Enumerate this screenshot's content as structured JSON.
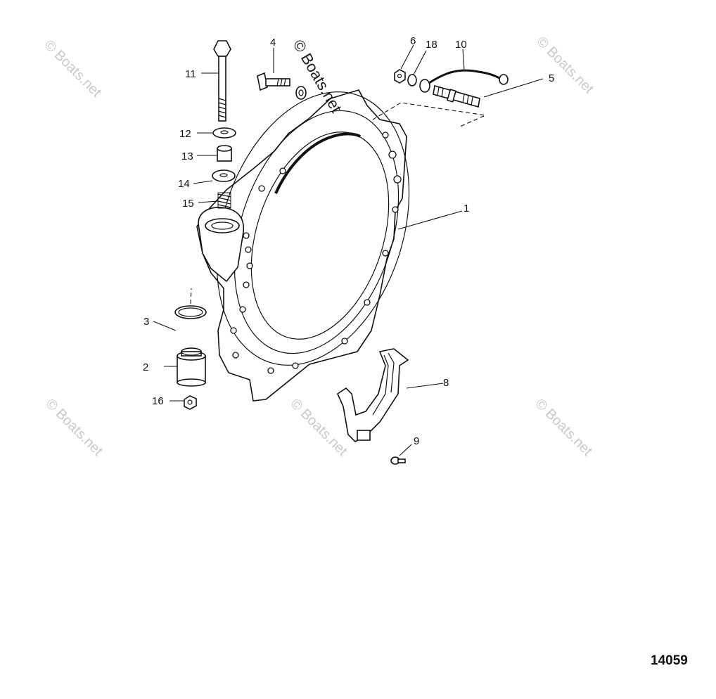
{
  "diagram": {
    "figure_number": "14059",
    "watermarks": {
      "primary": "© Boats.net",
      "faint": "© Boats.net"
    },
    "callouts": [
      {
        "id": "c1",
        "label": "1"
      },
      {
        "id": "c2",
        "label": "2"
      },
      {
        "id": "c3",
        "label": "3"
      },
      {
        "id": "c4",
        "label": "4"
      },
      {
        "id": "c5",
        "label": "5"
      },
      {
        "id": "c6",
        "label": "6"
      },
      {
        "id": "c8",
        "label": "8"
      },
      {
        "id": "c9",
        "label": "9"
      },
      {
        "id": "c10",
        "label": "10"
      },
      {
        "id": "c11",
        "label": "11"
      },
      {
        "id": "c12",
        "label": "12"
      },
      {
        "id": "c13",
        "label": "13"
      },
      {
        "id": "c14",
        "label": "14"
      },
      {
        "id": "c15",
        "label": "15"
      },
      {
        "id": "c16",
        "label": "16"
      },
      {
        "id": "c18",
        "label": "18"
      }
    ]
  }
}
